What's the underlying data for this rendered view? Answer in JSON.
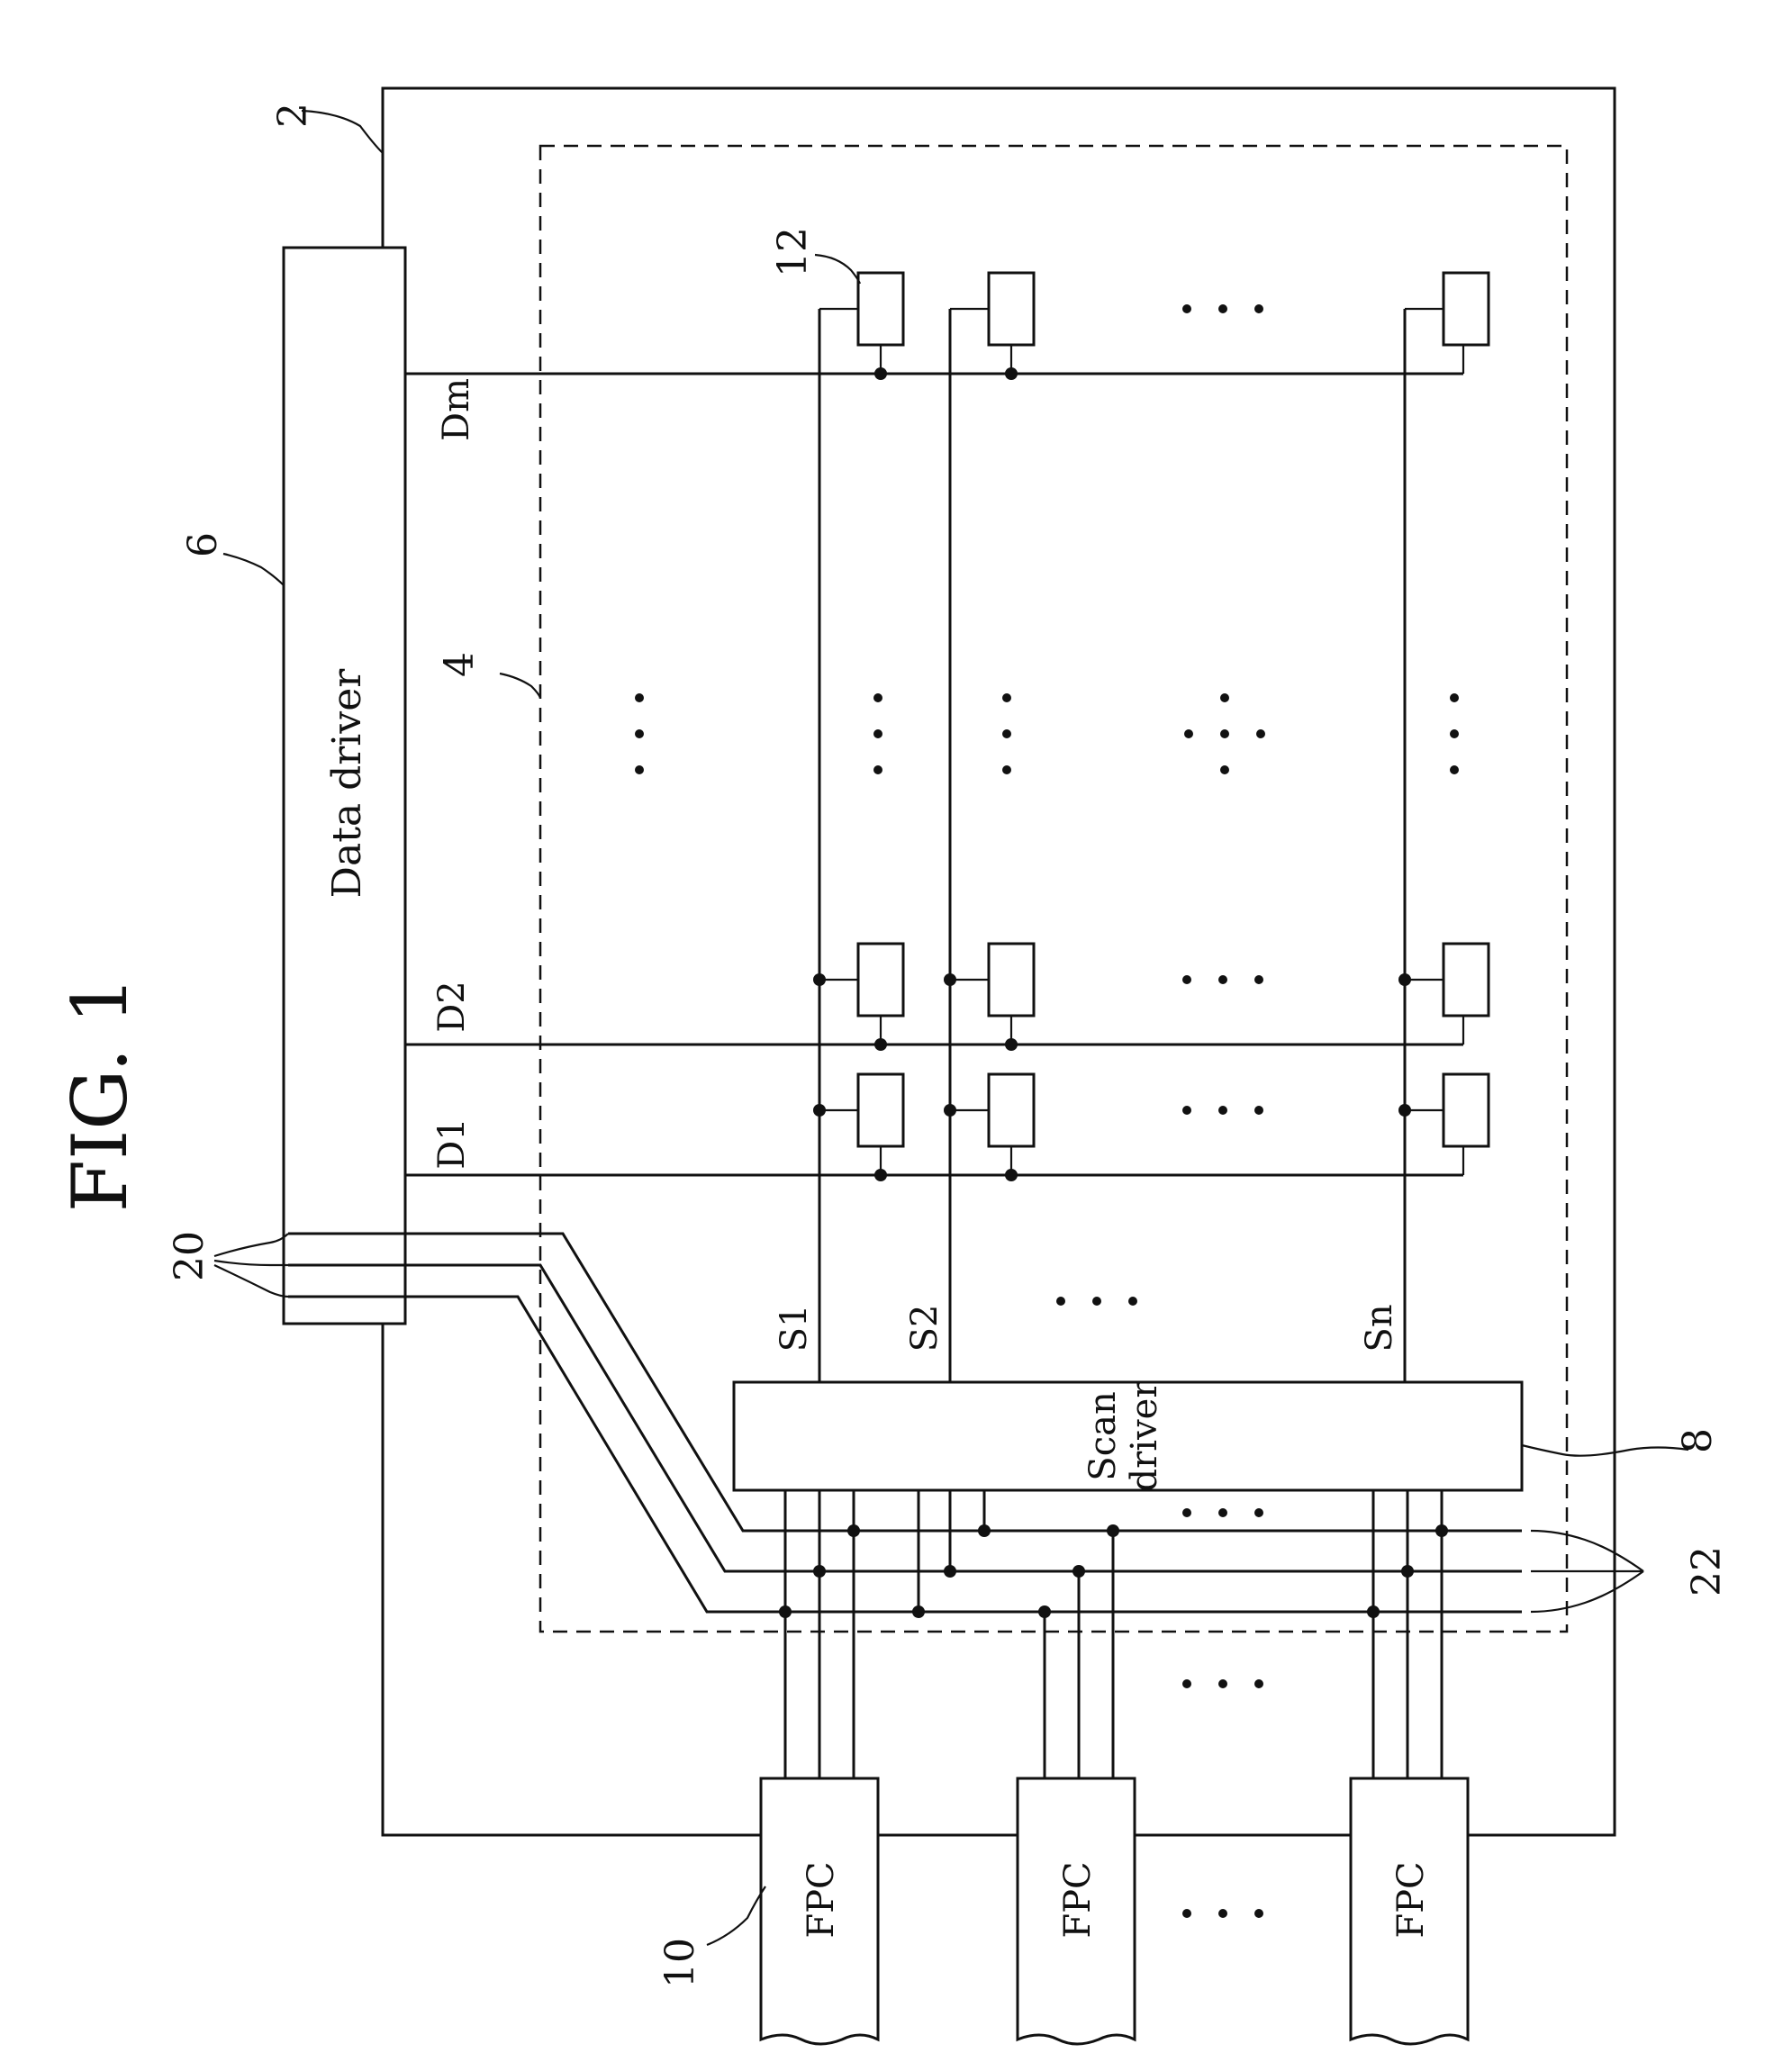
{
  "figure": {
    "title": "FIG. 1",
    "data_driver_label": "Data driver",
    "scan_driver_label_1": "Scan",
    "scan_driver_label_2": "driver",
    "fpc_labels": [
      "FPC",
      "FPC",
      "FPC"
    ],
    "data_lines": [
      "D1",
      "D2",
      "Dm"
    ],
    "scan_lines": [
      "S1",
      "S2",
      "Sn"
    ],
    "ref_numerals": {
      "panel": "2",
      "display_area": "4",
      "data_driver": "6",
      "scan_driver": "8",
      "fpc": "10",
      "pixel": "12",
      "lines_20": "20",
      "lines_22": "22"
    }
  }
}
